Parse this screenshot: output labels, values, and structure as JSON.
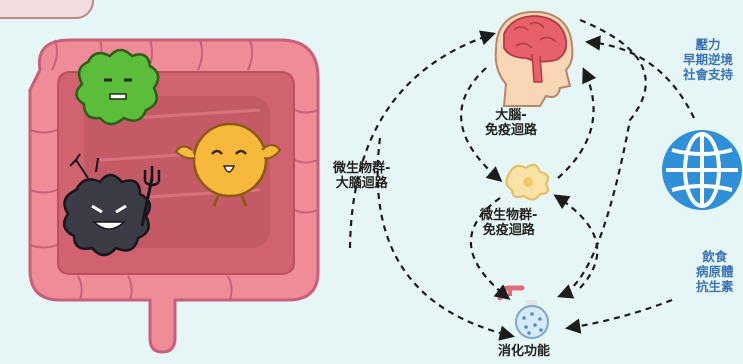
{
  "labels": {
    "brain_immune": "大腦-\n免疫迴路",
    "microbe_immune": "微生物群-\n免疫迴路",
    "microbe_brain": "微生物群-\n大腦迴路",
    "digestion": "消化功能",
    "factors_top": "壓力\n早期逆境\n社會支持",
    "factors_bottom": "飲食\n病原體\n抗生素"
  },
  "icons": {
    "intestine": "intestine-illustration",
    "brain": "head-brain-icon",
    "immune_cell": "immune-cell-icon",
    "globe": "globe-icon",
    "gut": "gut-microbe-icon"
  },
  "colors": {
    "background": "#e6f6f6",
    "intestine": "#f08c98",
    "intestine_inner": "#cf5d6c",
    "arrows": "#1c1c1c",
    "globe": "#2f8fd8",
    "factor_text": "#3a73b8"
  }
}
